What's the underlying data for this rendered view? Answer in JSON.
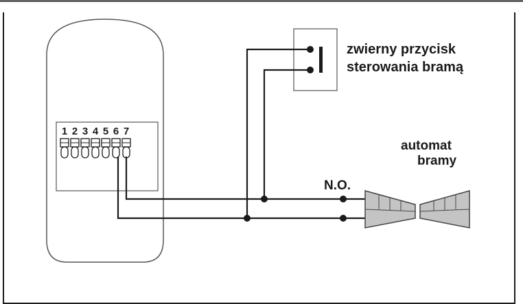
{
  "panel": {
    "terminal_numbers": [
      "1",
      "2",
      "3",
      "4",
      "5",
      "6",
      "7"
    ]
  },
  "switch": {
    "label_line1": "zwierny przycisk",
    "label_line2": "sterowania bramą"
  },
  "gate_motor": {
    "label_line1": "automat",
    "label_line2": "bramy",
    "contact_label": "N.O."
  },
  "colors": {
    "line": "#1a1a1a",
    "panel_fill": "#ffffff",
    "motor_fill": "#bdbdbd",
    "background": "#ffffff"
  }
}
